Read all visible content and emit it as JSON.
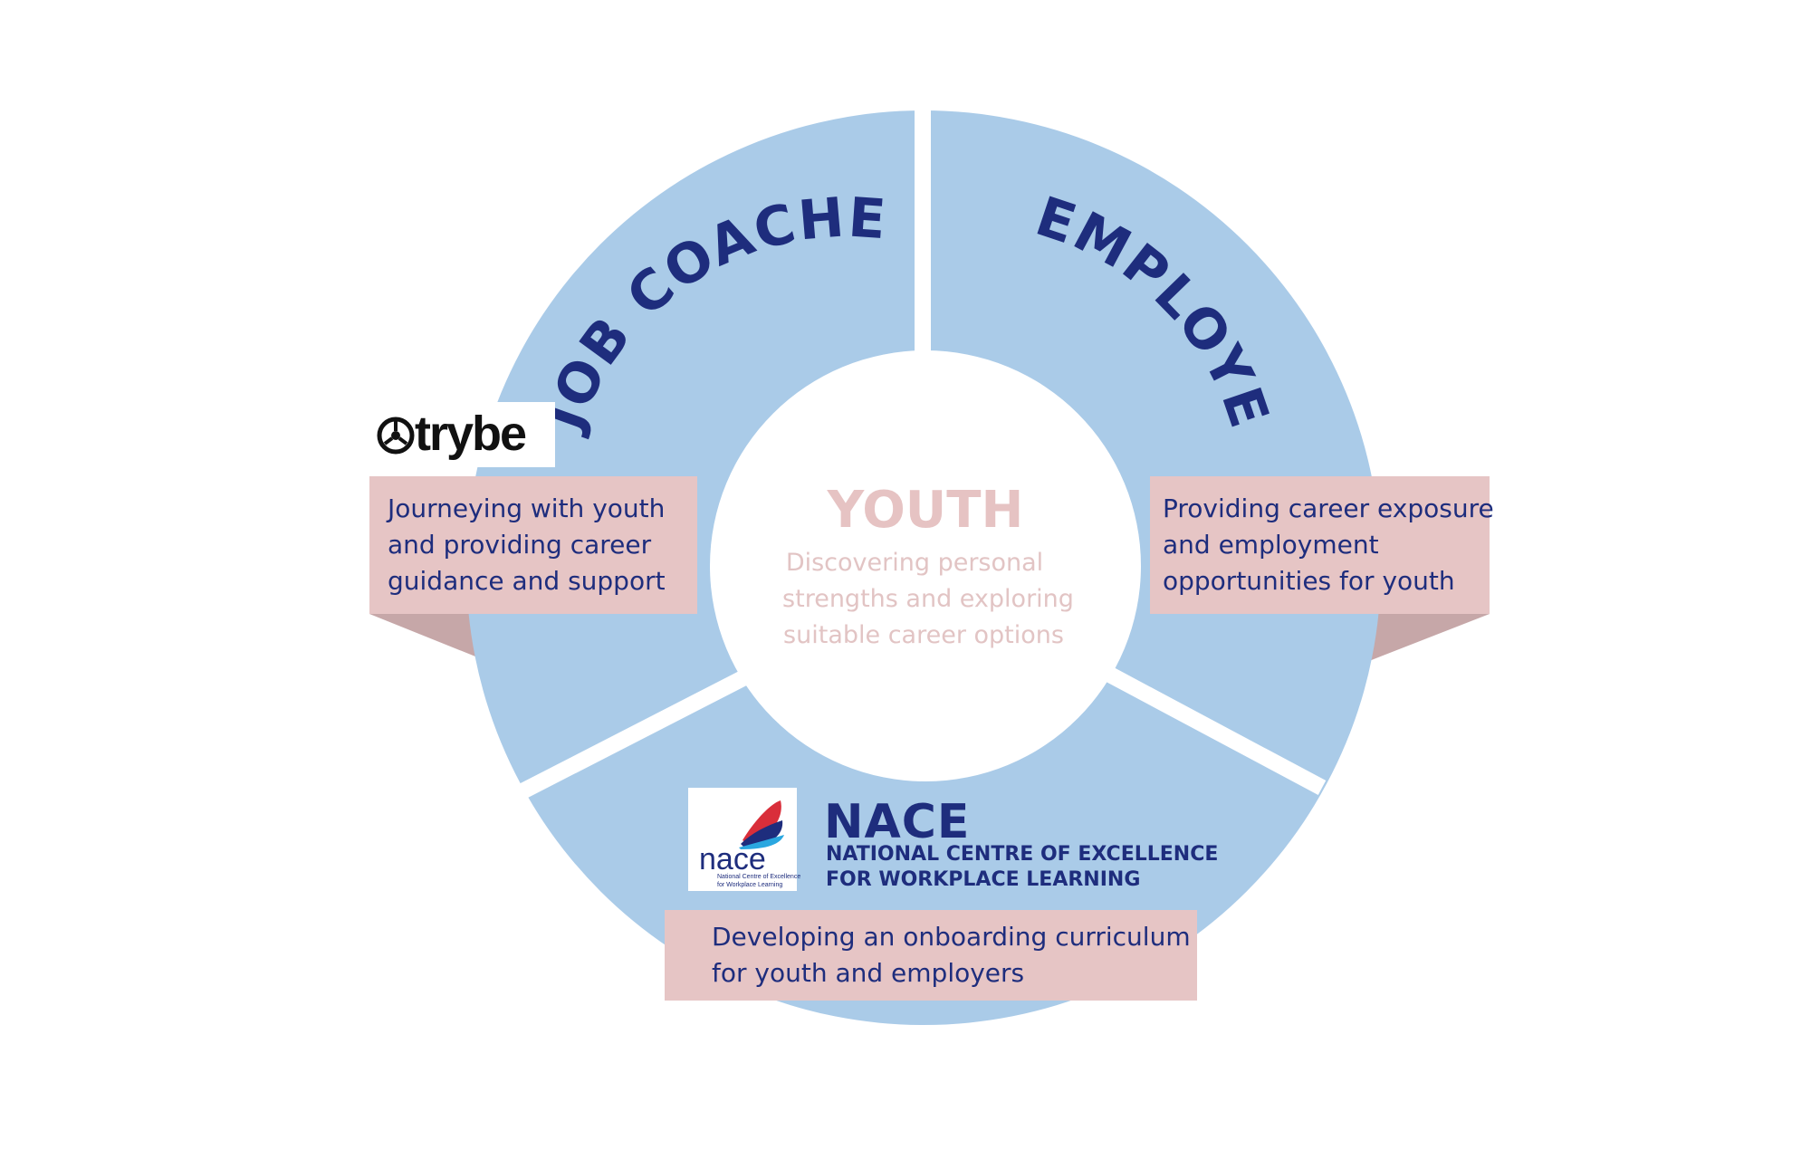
{
  "colors": {
    "ring": "#aacbe8",
    "gap": "#ffffff",
    "navy": "#1e2d7d",
    "youth_title": "#e6c3c3",
    "youth_text": "#e2c4c4",
    "note_fill": "#e6c5c5",
    "note_shadow": "#c6a7a8",
    "nace_red": "#d92e3a",
    "nace_blue": "#2aa7e0"
  },
  "center": {
    "title": "YOUTH",
    "description_lines": [
      "Discovering personal",
      "strengths and exploring",
      "suitable career options"
    ]
  },
  "segments": [
    {
      "title": "JOB COACHES"
    },
    {
      "title": "EMPLOYERS"
    }
  ],
  "notes": {
    "job_coaches": {
      "lines": [
        "Journeying with youth",
        "and providing career",
        "guidance and support"
      ]
    },
    "employers": {
      "lines": [
        "Providing career exposure",
        "and employment",
        "opportunities for youth"
      ]
    },
    "nace": {
      "lines": [
        "Developing an onboarding curriculum",
        "for youth and employers"
      ]
    }
  },
  "logos": {
    "trybe": {
      "wordmark": "trybe",
      "icon": "trybe-logo-icon"
    },
    "nace": {
      "wordmark": "nace",
      "small_lines": [
        "National Centre of Excellence",
        "for Workplace Learning"
      ],
      "icon": "nace-wing-icon",
      "heading": "NACE",
      "subheading_lines": [
        "NATIONAL CENTRE OF EXCELLENCE",
        "FOR WORKPLACE LEARNING"
      ]
    }
  }
}
